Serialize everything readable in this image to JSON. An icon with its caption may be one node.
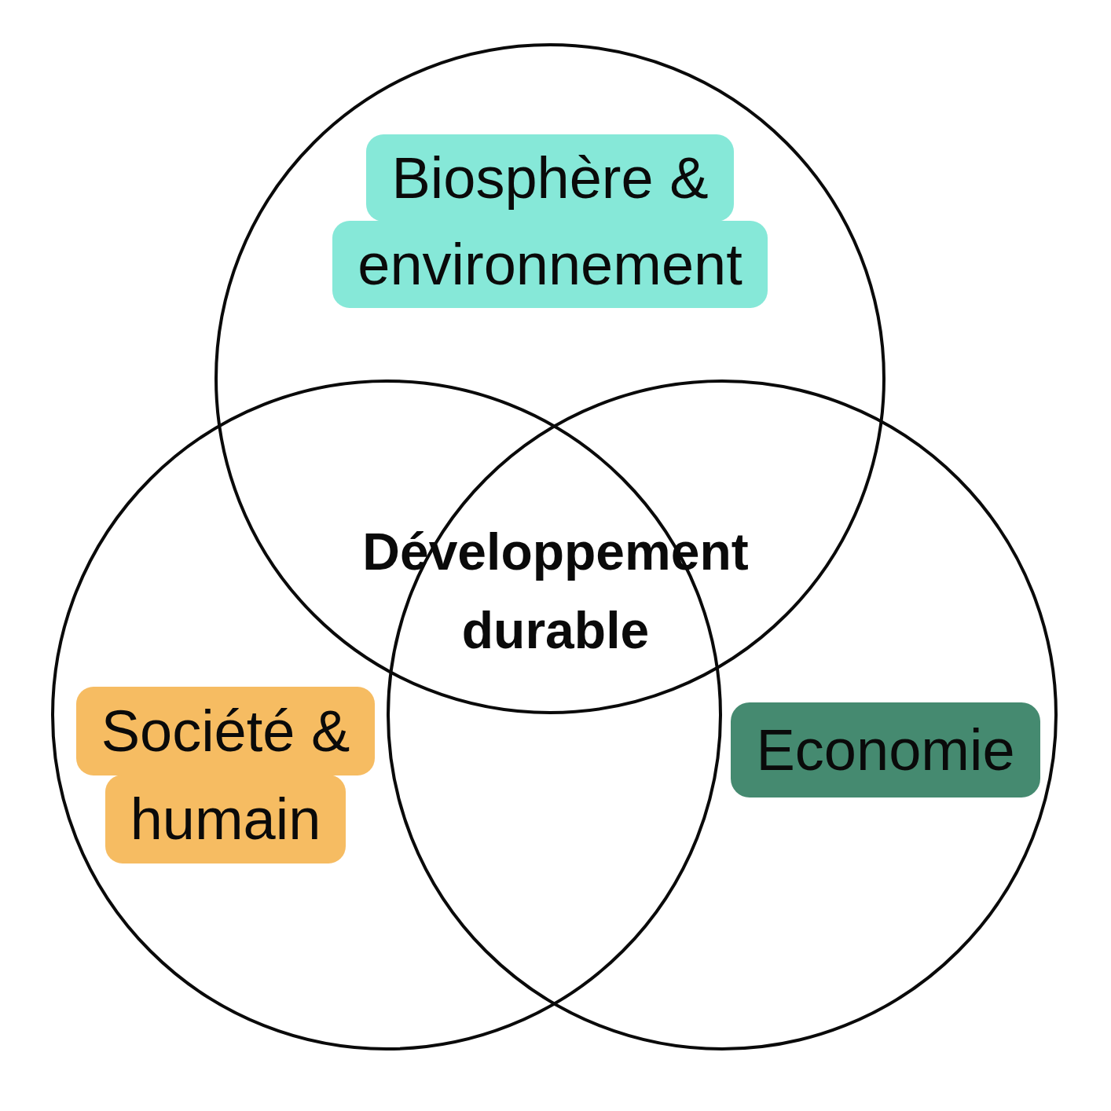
{
  "diagram": {
    "nodes": [
      {
        "text": [],
        "shape": "circle"
      },
      {
        "text": [
          "Biosphère & environnement"
        ],
        "in": 0
      },
      {
        "text": [],
        "shape": "circle"
      },
      {
        "text": [
          "Société & humain"
        ],
        "in": 2
      },
      {
        "text": [],
        "shape": "circle"
      },
      {
        "text": [
          "Economie"
        ],
        "in": 4
      }
    ],
    "labels": [
      "Développement durable"
    ]
  }
}
